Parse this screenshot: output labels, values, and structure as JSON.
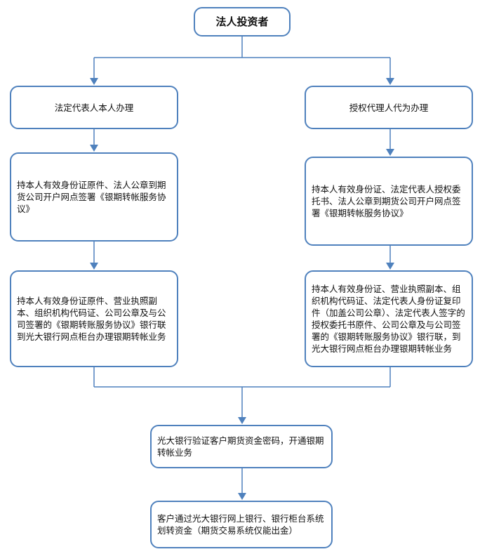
{
  "diagram": {
    "root": "法人投资者",
    "left_branch": {
      "title": "法定代表人本人办理",
      "step1": "持本人有效身份证原件、法人公章到期货公司开户网点签署《银期转帐服务协议》",
      "step2": "持本人有效身份证原件、营业执照副本、组织机构代码证、公司公章及与公司签署的《银期转账服务协议》银行联到光大银行网点柜台办理银期转帐业务"
    },
    "right_branch": {
      "title": "授权代理人代为办理",
      "step1": "持本人有效身份证、法定代表人授权委托书、法人公章到期货公司开户网点签署《银期转帐服务协议》",
      "step2": "持本人有效身份证、营业执照副本、组织机构代码证、法定代表人身份证复印件（加盖公司公章）、法定代表人签字的授权委托书原件、公司公章及与公司签署的《银期转账服务协议》银行联，到光大银行网点柜台办理银期转帐业务"
    },
    "merge_step": "光大银行验证客户期货资金密码，开通银期转帐业务",
    "final_step": "客户通过光大银行网上银行、银行柜台系统划转资金（期货交易系统仅能出金）",
    "colors": {
      "border": "#4f81bd",
      "connector": "#4f81bd",
      "text": "#111111"
    }
  }
}
